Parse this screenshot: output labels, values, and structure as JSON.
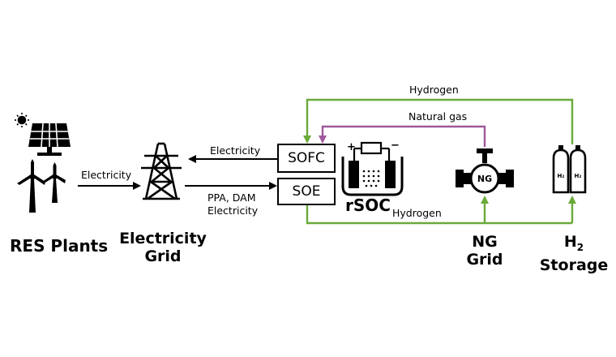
{
  "labels": {
    "res_plants": "RES Plants",
    "electricity_grid_line1": "Electricity",
    "electricity_grid_line2": "Grid",
    "ng_grid_line1": "NG",
    "ng_grid_line2": "Grid",
    "h2_storage_line1": "H",
    "h2_storage_sub": "2",
    "h2_storage_line2": "Storage",
    "rsoc": "rSOC",
    "sofc": "SOFC",
    "soe": "SOE"
  },
  "flows": {
    "res_to_grid": "Electricity",
    "sofc_to_grid": "Electricity",
    "grid_to_soe_line1": "PPA, DAM",
    "grid_to_soe_line2": "Electricity",
    "hydrogen_top": "Hydrogen",
    "natural_gas": "Natural gas",
    "hydrogen_bottom": "Hydrogen"
  },
  "icon_text": {
    "ng_valve": "NG",
    "cylinder_left": "H₂",
    "cylinder_right": "H₂",
    "terminal_plus": "+",
    "terminal_minus": "−"
  },
  "colors": {
    "hydrogen": "#6aaa3a",
    "natural_gas": "#a0589c",
    "electricity": "#000000"
  }
}
